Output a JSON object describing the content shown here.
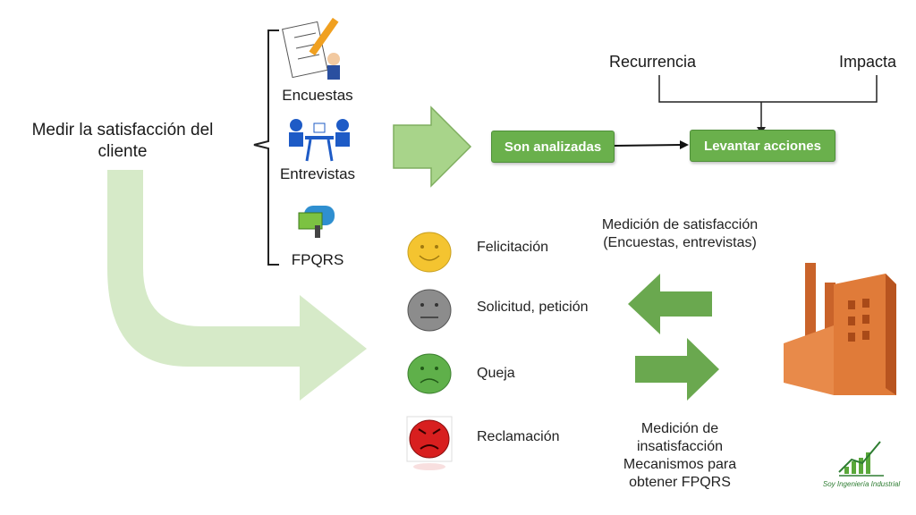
{
  "main_text": "Medir la satisfacción del cliente",
  "methods": [
    "Encuestas",
    "Entrevistas",
    "FPQRS"
  ],
  "boxes": {
    "analyzed": "Son analizadas",
    "actions": "Levantar acciones"
  },
  "factors": {
    "recurrence": "Recurrencia",
    "impact": "Impacta"
  },
  "satisfaction_note": [
    "Medición  de satisfacción",
    "(Encuestas, entrevistas)"
  ],
  "dissatisfaction_note": [
    "Medición de",
    "insatisfacción",
    "Mecanismos para",
    "obtener FPQRS"
  ],
  "feedback_types": [
    {
      "label": "Felicitación",
      "color": "#f4c430"
    },
    {
      "label": "Solicitud, petición",
      "color": "#8c8c8c"
    },
    {
      "label": "Queja",
      "color": "#5fb04a"
    },
    {
      "label": "Reclamación",
      "color": "#d81f1f"
    }
  ],
  "colors": {
    "green": "#6ab04c",
    "factory": "#e07b39"
  },
  "logo": "Soy Ingeniería Industrial"
}
